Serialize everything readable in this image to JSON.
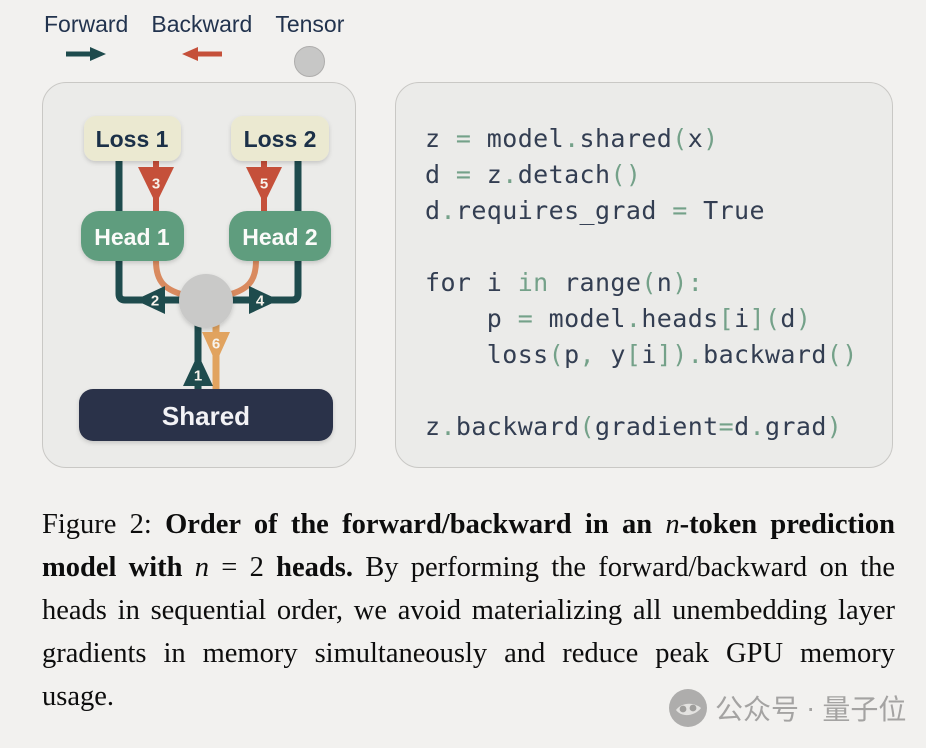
{
  "legend": {
    "items": [
      {
        "label": "Forward",
        "icon": "forward-arrow-icon"
      },
      {
        "label": "Backward",
        "icon": "backward-arrow-icon"
      },
      {
        "label": "Tensor",
        "icon": "tensor-circle-icon"
      }
    ]
  },
  "diagram": {
    "nodes": {
      "loss1": "Loss 1",
      "loss2": "Loss 2",
      "head1": "Head 1",
      "head2": "Head 2",
      "shared": "Shared"
    },
    "arrows": {
      "a1": "1",
      "a2": "2",
      "a3": "3",
      "a4": "4",
      "a5": "5",
      "a6": "6"
    },
    "colors": {
      "forward": "#1e4b4d",
      "backward": "#c5503a",
      "head_backward": "#d98a5f",
      "shared_backward": "#e1a35f",
      "tensor": "#c9c9c8",
      "loss_bg": "#ebe9d1",
      "head_bg": "#5e9d7e",
      "shared_bg": "#2c3148"
    }
  },
  "code": {
    "lines": [
      "z = model.shared(x)",
      "d = z.detach()",
      "d.requires_grad = True",
      "",
      "for i in range(n):",
      "    p = model.heads[i](d)",
      "    loss(p, y[i]).backward()",
      "",
      "z.backward(gradient=d.grad)"
    ]
  },
  "caption": {
    "segments": [
      {
        "text": "Figure 2: ",
        "style": "plain"
      },
      {
        "text": "Order of the forward/backward in an ",
        "style": "bold"
      },
      {
        "text": "n",
        "style": "math"
      },
      {
        "text": "-token prediction model with ",
        "style": "bold"
      },
      {
        "text": "n",
        "style": "math"
      },
      {
        "text": " = 2 ",
        "style": "plain"
      },
      {
        "text": "heads.",
        "style": "bold"
      },
      {
        "text": " By performing the forward/backward on the heads in sequential order, we avoid materializing all unembedding layer gradients in memory simultaneously and reduce peak GPU memory usage.",
        "style": "plain"
      }
    ]
  },
  "watermark": {
    "prefix": "公众号",
    "separator": "·",
    "name": "量子位"
  }
}
